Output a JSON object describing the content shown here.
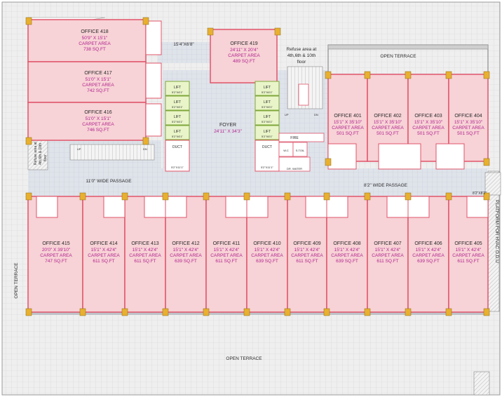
{
  "colors": {
    "office_fill": "#f7d2d6",
    "wall": "#e0546a",
    "passage_fill": "#dfe3ea",
    "terrace_fill": "#eeeeee",
    "lift_fill": "#e9f5c8",
    "lift_stroke": "#7fa63a",
    "column": "#e8b030",
    "label_purple": "#b0238d",
    "text": "#2b2b2b"
  },
  "offices": {
    "o418": {
      "name": "OFFICE 418",
      "dims": "50'9\" X 15'1\"",
      "area_label": "CARPET AREA",
      "area": "738 SQ.FT"
    },
    "o417": {
      "name": "OFFICE 417",
      "dims": "51'0\" X 15'1\"",
      "area_label": "CARPET AREA",
      "area": "742 SQ.FT"
    },
    "o416": {
      "name": "OFFICE 416",
      "dims": "51'0\" X 15'1\"",
      "area_label": "CARPET AREA",
      "area": "746 SQ.FT"
    },
    "o419": {
      "name": "OFFICE 419",
      "dims": "24'11\" X 20'4\"",
      "area_label": "CARPET AREA",
      "area": "489 SQ.FT"
    },
    "o401": {
      "name": "OFFICE 401",
      "dims": "15'1\" X 35'10\"",
      "area_label": "CARPET AREA",
      "area": "501 SQ.FT"
    },
    "o402": {
      "name": "OFFICE 402",
      "dims": "15'1\" X 35'10\"",
      "area_label": "CARPET AREA",
      "area": "501 SQ.FT"
    },
    "o403": {
      "name": "OFFICE 403",
      "dims": "15'1\" X 35'10\"",
      "area_label": "CARPET AREA",
      "area": "501 SQ.FT"
    },
    "o404": {
      "name": "OFFICE 404",
      "dims": "15'1\" X 35'10\"",
      "area_label": "CARPET AREA",
      "area": "501 SQ.FT"
    },
    "o415": {
      "name": "OFFICE 415",
      "dims": "20'0\" X 39'10\"",
      "area_label": "CARPET AREA",
      "area": "747 SQ.FT"
    },
    "o414": {
      "name": "OFFICE 414",
      "dims": "15'1\" X 42'4\"",
      "area_label": "CARPET AREA",
      "area": "611 SQ.FT"
    },
    "o413": {
      "name": "OFFICE 413",
      "dims": "15'1\" X 42'4\"",
      "area_label": "CARPET AREA",
      "area": "611 SQ.FT"
    },
    "o412": {
      "name": "OFFICE 412",
      "dims": "15'1\" X 42'4\"",
      "area_label": "CARPET AREA",
      "area": "639 SQ.FT"
    },
    "o411": {
      "name": "OFFICE 411",
      "dims": "15'1\" X 42'4\"",
      "area_label": "CARPET AREA",
      "area": "611 SQ.FT"
    },
    "o410": {
      "name": "OFFICE 410",
      "dims": "15'1\" X 42'4\"",
      "area_label": "CARPET AREA",
      "area": "639 SQ.FT"
    },
    "o409": {
      "name": "OFFICE 409",
      "dims": "15'1\" X 42'4\"",
      "area_label": "CARPET AREA",
      "area": "611 SQ.FT"
    },
    "o408": {
      "name": "OFFICE 408",
      "dims": "15'1\" X 42'4\"",
      "area_label": "CARPET AREA",
      "area": "639 SQ.FT"
    },
    "o407": {
      "name": "OFFICE 407",
      "dims": "15'1\" X 42'4\"",
      "area_label": "CARPET AREA",
      "area": "611 SQ.FT"
    },
    "o406": {
      "name": "OFFICE 406",
      "dims": "15'1\" X 42'4\"",
      "area_label": "CARPET AREA",
      "area": "639 SQ.FT"
    },
    "o405": {
      "name": "OFFICE 405",
      "dims": "15'1\" X 42'4\"",
      "area_label": "CARPET AREA",
      "area": "611 SQ.FT"
    }
  },
  "labels": {
    "foyer": "FOYER",
    "foyer_dims": "24'11\" X 34'3\"",
    "corridor_dims": "15'4\"X6'8\"",
    "refuse_top_1": "Refuse area at",
    "refuse_top_2": "4th,6th & 10th",
    "refuse_top_3": "floor",
    "refuse_left_1": "Refuse area at",
    "refuse_left_2": "4th,6th & 10th",
    "refuse_left_3": "floor",
    "passage_left": "11'0\" WIDE PASSAGE",
    "passage_right": "8'2\" WIDE PASSAGE",
    "open_terrace_top": "OPEN TERRACE",
    "open_terrace_left": "OPEN TERRACE",
    "open_terrace_bottom": "OPEN TERRACE",
    "hvac_platform": "PLATFORM FOR HVAC O.D.U",
    "hvac_dims": "8'2\"X8'2\"",
    "lift": "LIFT",
    "duct": "DUCT",
    "fire": "FIRE",
    "wc": "W.C",
    "stoil": "S.TOIL",
    "dr_water": "DR. WATER",
    "up": "UP",
    "dn": "DN",
    "lift_dims": "5'2\"X6'1\"",
    "duct_dims": "5'2\"X11'1\""
  }
}
